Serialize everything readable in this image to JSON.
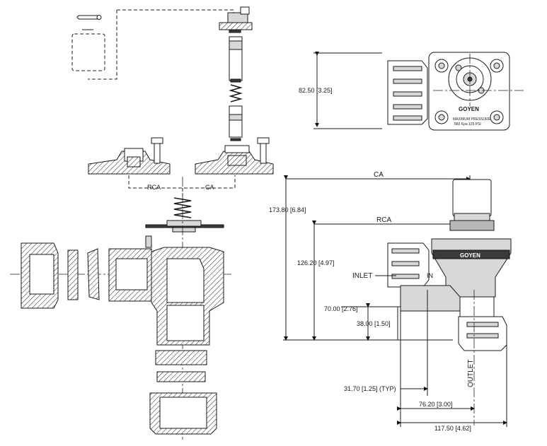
{
  "dimensions": {
    "height_top_view": "82.50 [3.25]",
    "ca_label": "CA",
    "rca_label": "RCA",
    "overall_height": "173.80 [6.84]",
    "inlet_height": "126.20 [4.97]",
    "inlet_label": "INLET",
    "inlet_stub": "IN",
    "outlet_height": "70.00 [2.76]",
    "outlet_base": "38.00 [1.50]",
    "outlet_label": "OUTLET",
    "offset_typ": "31.70 [1.25] (TYP)",
    "width_mid": "76.20 [3.00]",
    "width_total": "117.50 [4.62]"
  },
  "exploded_view": {
    "rca_label": "RCA",
    "ca_label": "CA"
  },
  "top_view": {
    "brand": "GOYEN",
    "pressure_line1": "MAXIMUM PRESSURE",
    "pressure_line2": "860 Kpa   125 PSI"
  },
  "side_view": {
    "brand": "GOYEN"
  }
}
